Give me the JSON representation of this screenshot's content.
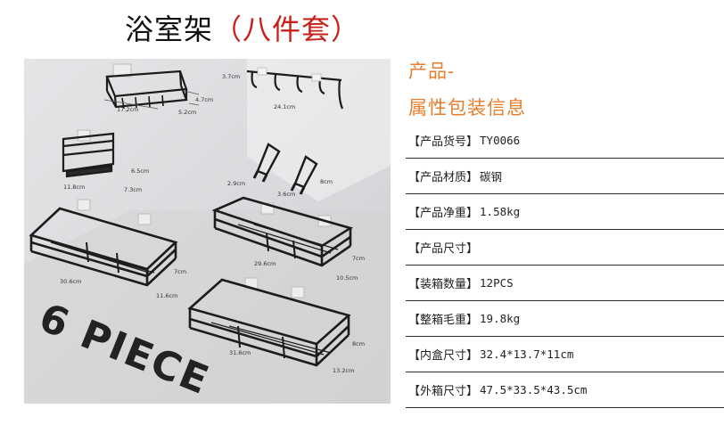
{
  "title": {
    "main": "浴室架",
    "sub": "（八件套）"
  },
  "image": {
    "overlay_text": "6 PIECE",
    "dimensions": [
      "17.2cm",
      "4.7cm",
      "5.2cm",
      "3.7cm",
      "24.1cm",
      "6.5cm",
      "11.8cm",
      "7.3cm",
      "2.9cm",
      "3.6cm",
      "8cm",
      "30.6cm",
      "7cm",
      "11.6cm",
      "29.6cm",
      "7cm",
      "10.5cm",
      "31.6cm",
      "8cm",
      "13.2cm"
    ]
  },
  "spec": {
    "heading_line1": "产品-",
    "heading_line2": "属性包装信息",
    "rows": [
      {
        "label": "【产品货号】",
        "value": "TY0066"
      },
      {
        "label": "【产品材质】",
        "value": "碳钢"
      },
      {
        "label": "【产品净重】",
        "value": "1.58kg"
      },
      {
        "label": "【产品尺寸】",
        "value": ""
      },
      {
        "label": "【装箱数量】",
        "value": "12PCS"
      },
      {
        "label": "【整箱毛重】",
        "value": "19.8kg"
      },
      {
        "label": "【内盒尺寸】",
        "value": "32.4*13.7*11cm"
      },
      {
        "label": "【外箱尺寸】",
        "value": "47.5*33.5*43.5cm"
      }
    ]
  }
}
